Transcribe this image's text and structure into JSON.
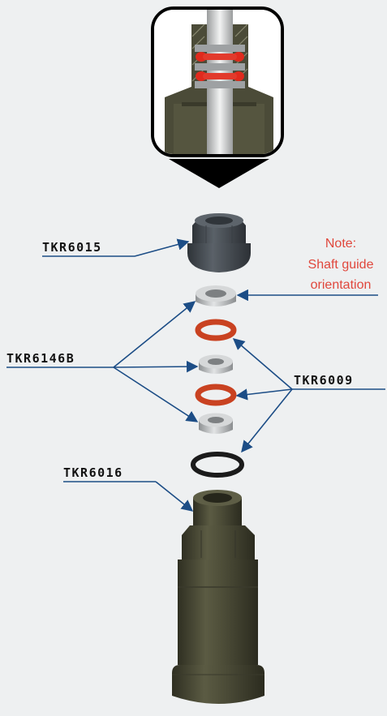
{
  "labels": {
    "part_1": "TKR6015",
    "part_2": "TKR6146B",
    "part_3": "TKR6009",
    "part_4": "TKR6016"
  },
  "note": {
    "line1": "Note:",
    "line2": "Shaft guide",
    "line3": "orientation"
  },
  "colors": {
    "background": "#eef0f1",
    "leader_line": "#1c4d86",
    "note_text": "#e0473c",
    "body_olive": "#4a4a36",
    "nut_gray": "#474d54",
    "guide_silver": "#b9bcbd",
    "oring_red": "#c94221",
    "oring_black": "#1b1b1b"
  }
}
